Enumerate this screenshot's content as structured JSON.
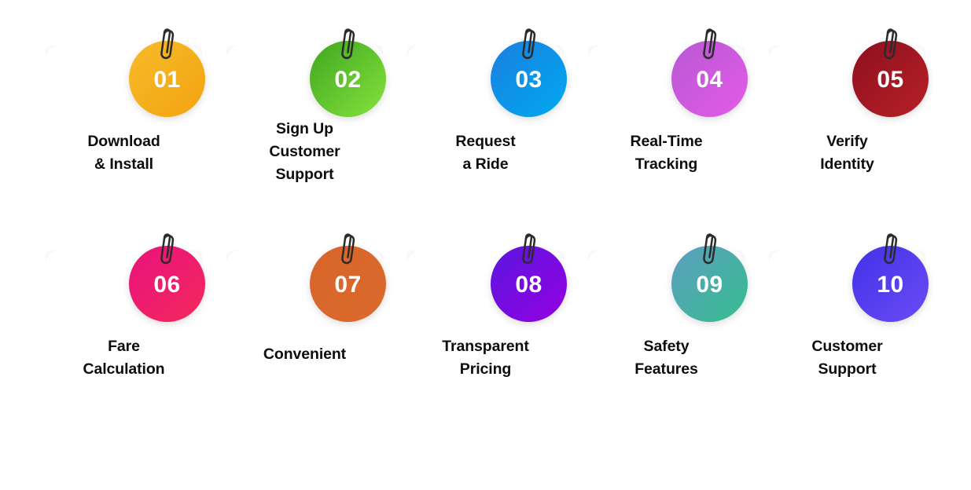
{
  "infographic": {
    "type": "numbered-step-cards",
    "background_color": "#ffffff",
    "label_color": "#0d0d0d",
    "card_color": "#ffffff",
    "badge_number_color": "#ffffff",
    "rows": 2,
    "columns": 5
  },
  "steps": [
    {
      "number": "01",
      "lines": [
        "Download",
        "& Install"
      ],
      "badge_color_start": "#F7BB2B",
      "badge_color_end": "#F2A30F",
      "icon": "paperclip-icon"
    },
    {
      "number": "02",
      "lines": [
        "Sign Up",
        "Customer",
        "Support"
      ],
      "badge_color_start": "#3FA61E",
      "badge_color_end": "#86E23D",
      "icon": "paperclip-icon"
    },
    {
      "number": "03",
      "lines": [
        "Request",
        "a Ride"
      ],
      "badge_color_start": "#1A7FE0",
      "badge_color_end": "#00A9F0",
      "icon": "paperclip-icon"
    },
    {
      "number": "04",
      "lines": [
        "Real-Time",
        "Tracking"
      ],
      "badge_color_start": "#B758D4",
      "badge_color_end": "#E45BE8",
      "icon": "paperclip-icon"
    },
    {
      "number": "05",
      "lines": [
        "Verify",
        "Identity"
      ],
      "badge_color_start": "#8E1020",
      "badge_color_end": "#B62026",
      "icon": "paperclip-icon"
    },
    {
      "number": "06",
      "lines": [
        "Fare",
        "Calculation"
      ],
      "badge_color_start": "#E8127E",
      "badge_color_end": "#F4295B",
      "icon": "paperclip-icon"
    },
    {
      "number": "07",
      "lines": [
        "Convenient"
      ],
      "badge_color_start": "#D8642A",
      "badge_color_end": "#DB6A2C",
      "icon": "paperclip-icon"
    },
    {
      "number": "08",
      "lines": [
        "Transparent",
        "Pricing"
      ],
      "badge_color_start": "#5A17E0",
      "badge_color_end": "#9400E0",
      "icon": "paperclip-icon"
    },
    {
      "number": "09",
      "lines": [
        "Safety",
        "Features"
      ],
      "badge_color_start": "#5D9EC0",
      "badge_color_end": "#35BE8E",
      "icon": "paperclip-icon"
    },
    {
      "number": "10",
      "lines": [
        "Customer",
        "Support"
      ],
      "badge_color_start": "#4132E8",
      "badge_color_end": "#6B4BF5",
      "icon": "paperclip-icon"
    }
  ]
}
